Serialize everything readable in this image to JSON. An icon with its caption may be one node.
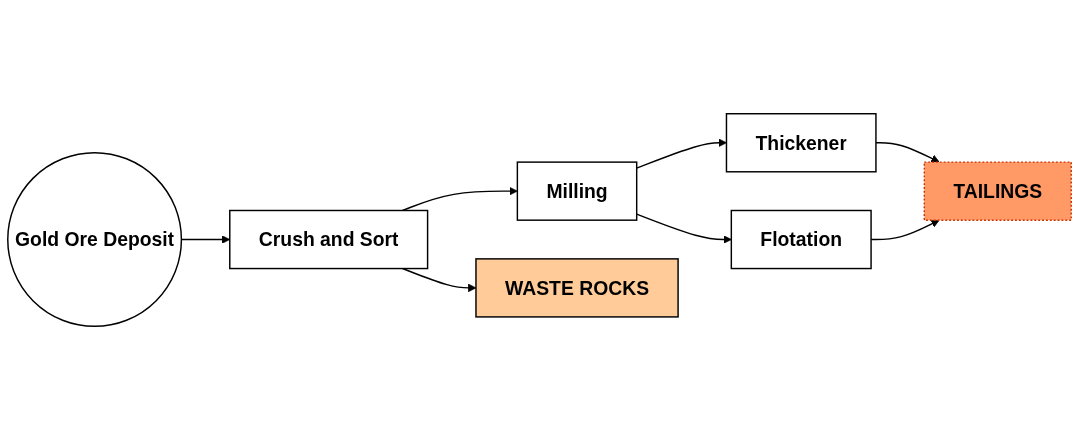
{
  "diagram": {
    "nodes": [
      {
        "text": [
          "Gold Ore Deposit"
        ]
      },
      {
        "text": [
          "Crush and Sort"
        ]
      },
      {
        "text": [
          "Milling"
        ]
      },
      {
        "text": [
          "Thickener"
        ]
      },
      {
        "text": [
          "Flotation"
        ]
      },
      {
        "text": [
          "TAILINGS"
        ]
      },
      {
        "text": [
          "WASTE ROCKS"
        ]
      }
    ],
    "edges": [
      {
        "from": 0,
        "to": 1,
        "arrow": "to"
      },
      {
        "from": 1,
        "to": 2,
        "arrow": "to"
      },
      {
        "from": 2,
        "to": 3,
        "arrow": "to"
      },
      {
        "from": 1,
        "to": 6,
        "arrow": "to"
      },
      {
        "from": 2,
        "to": 4,
        "arrow": "to"
      },
      {
        "from": 3,
        "to": 5,
        "arrow": "to"
      },
      {
        "from": 4,
        "to": 5,
        "arrow": "to"
      }
    ]
  }
}
